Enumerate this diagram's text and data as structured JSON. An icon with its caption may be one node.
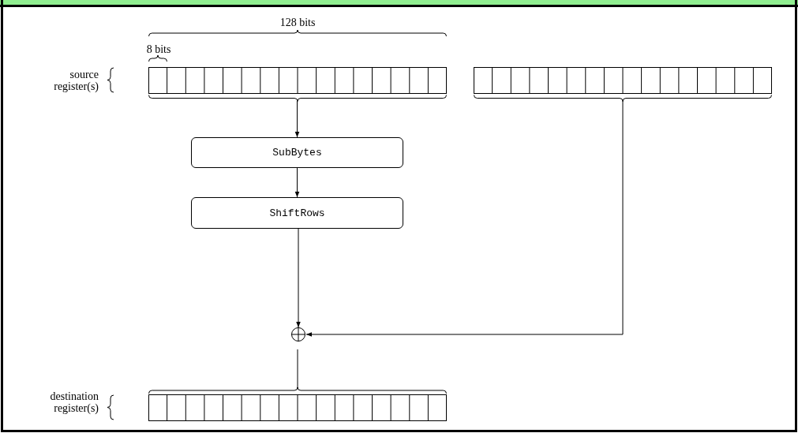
{
  "diagram": {
    "nodes": [
      {
        "text": [],
        "shape": "box"
      },
      {
        "text": [],
        "shape": "box"
      },
      {
        "text": [
          "SubBytes"
        ]
      },
      {
        "text": [
          "ShiftRows"
        ]
      },
      {
        "text": [],
        "shape": "circle"
      },
      {
        "text": [],
        "shape": "box"
      }
    ],
    "edges": [
      {
        "from": 0,
        "to": 2,
        "arrow": "to"
      },
      {
        "from": 2,
        "to": 3,
        "arrow": "to"
      },
      {
        "from": 3,
        "to": 4,
        "arrow": "to"
      },
      {
        "from": 1,
        "to": 4,
        "arrow": "to"
      },
      {
        "from": 4,
        "to": 5,
        "arrow": "none"
      }
    ],
    "labels": [
      "128 bits",
      "8 bits",
      "source register(s)",
      "destination register(s)"
    ]
  }
}
